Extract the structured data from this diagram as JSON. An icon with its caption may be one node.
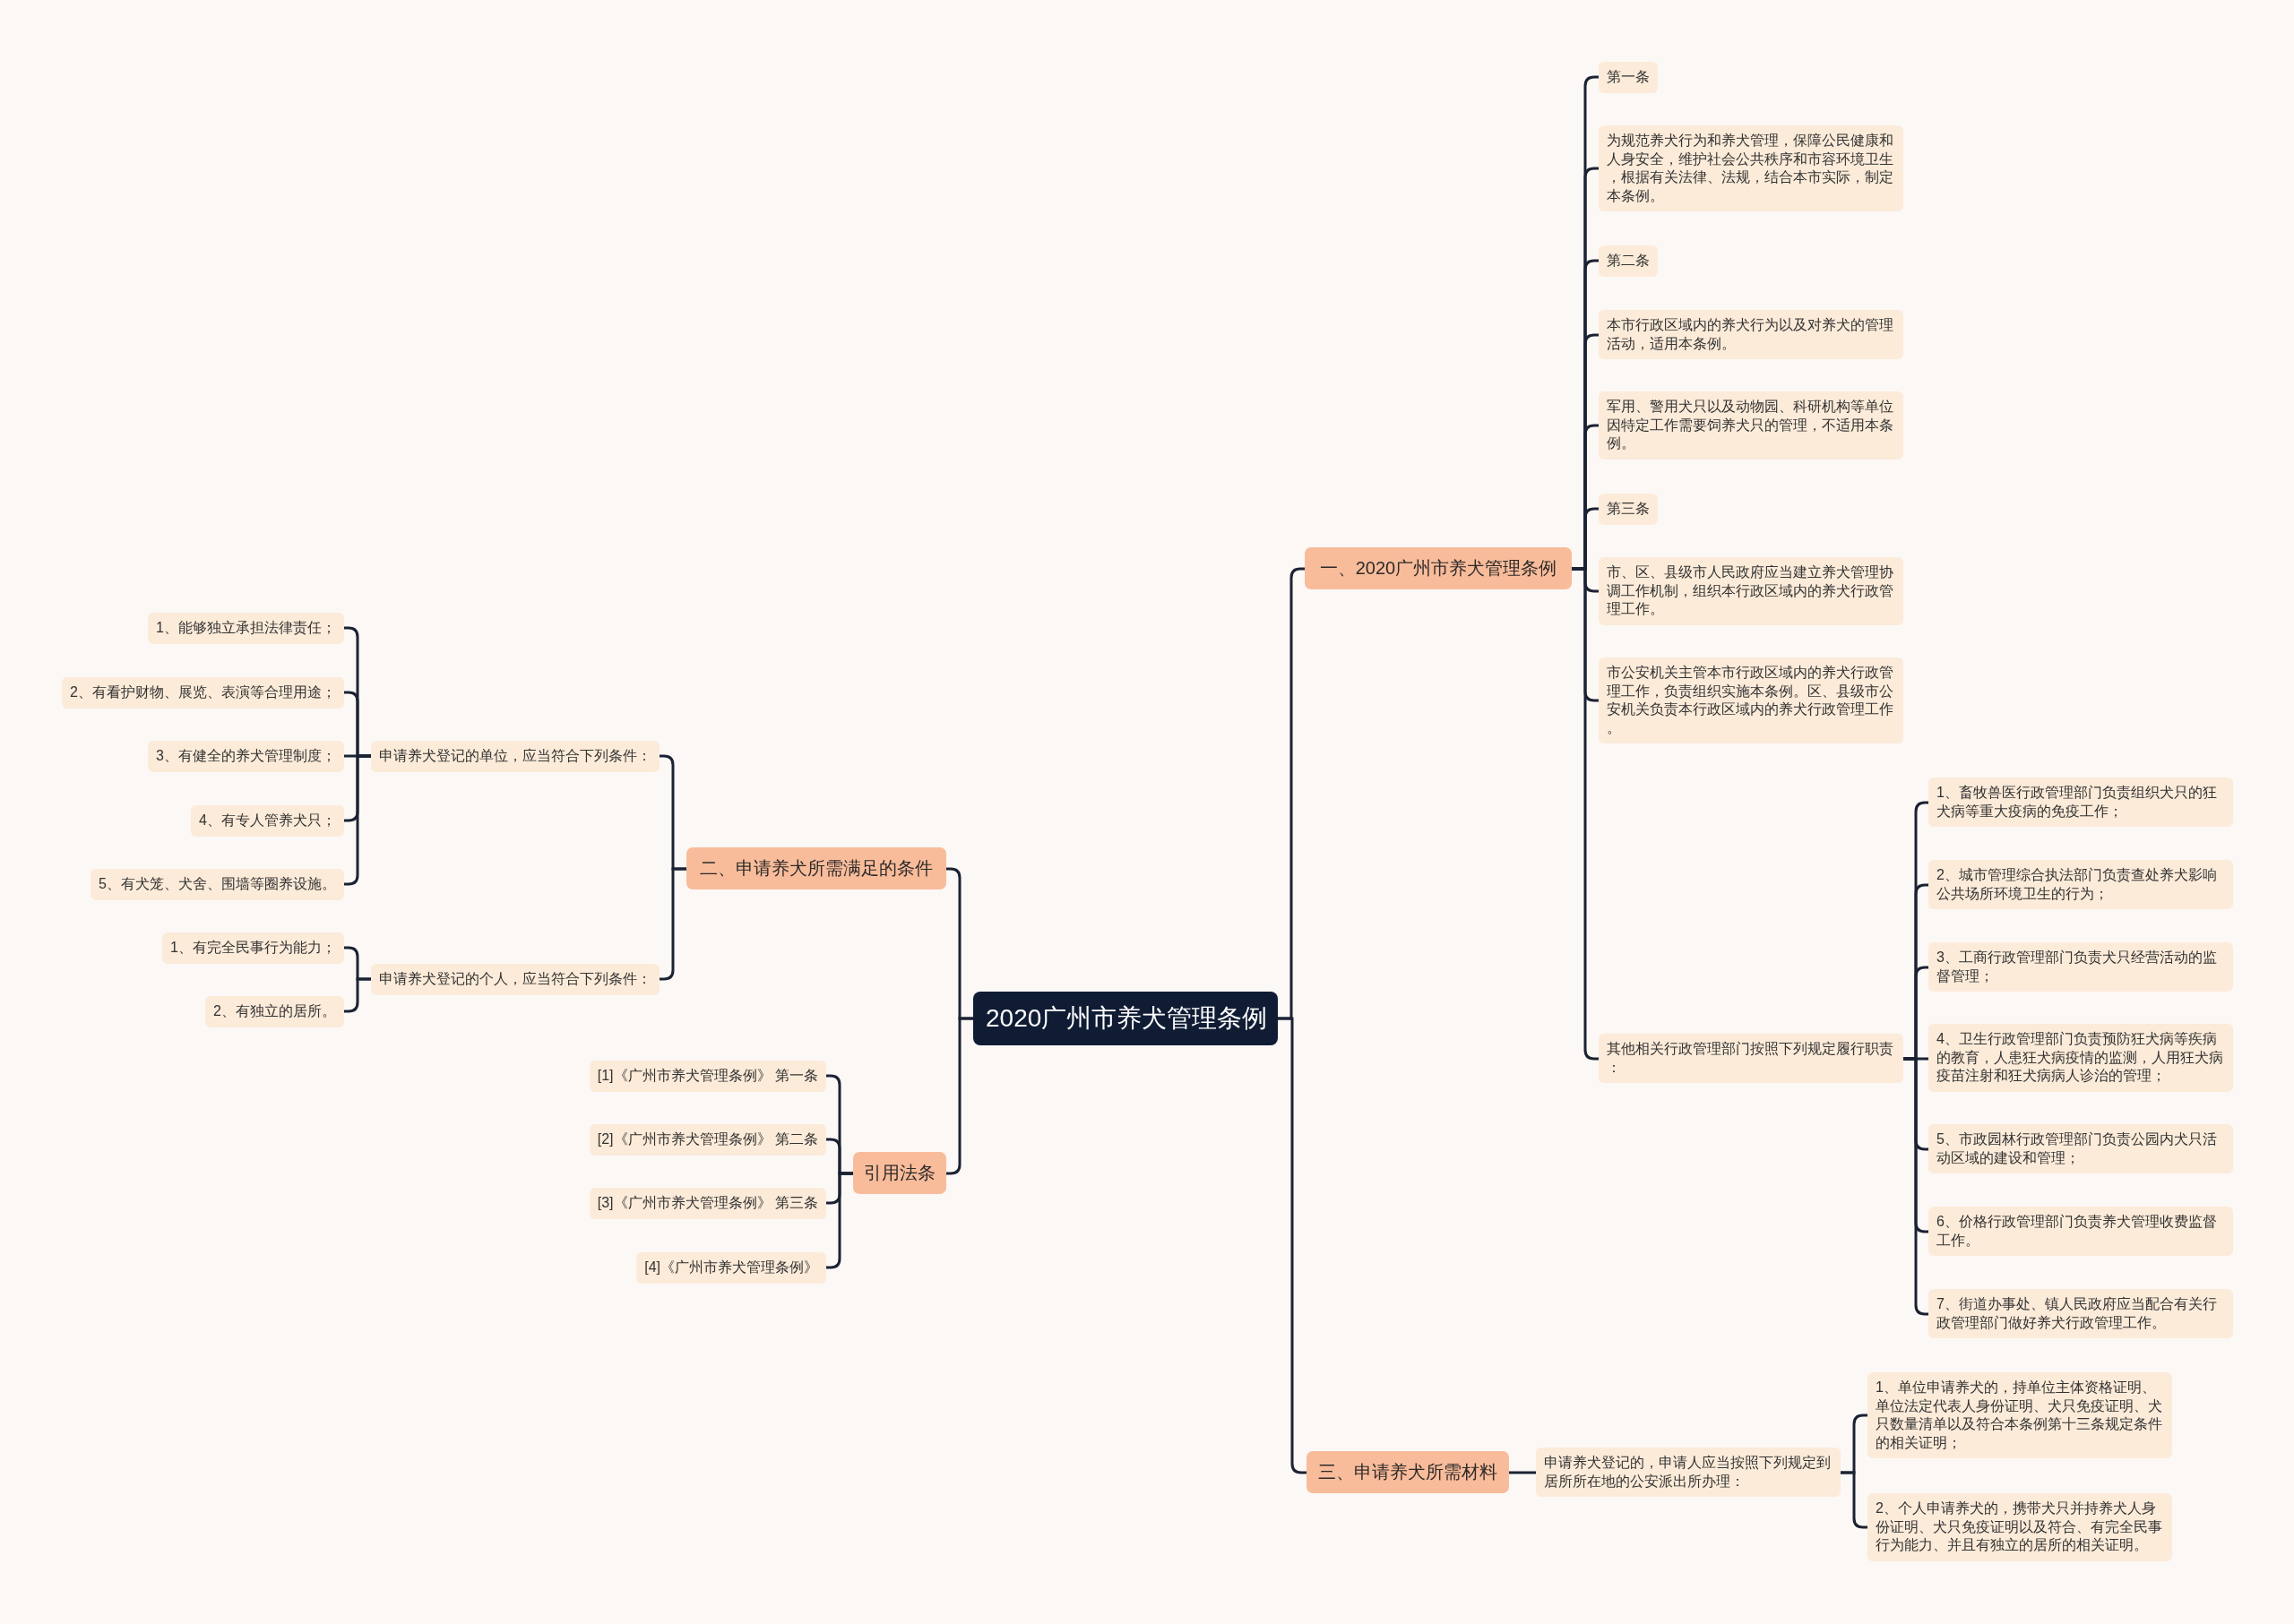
{
  "diagram": {
    "nodes": [
      {
        "text": [
          "2020广州市养犬管理条例"
        ]
      },
      {
        "text": [
          "一、2020广州市养犬管理条例"
        ]
      },
      {
        "text": [
          "第一条"
        ]
      },
      {
        "text": [
          "为规范养犬行为和养犬管理，保障公民健康和人身安全，维护社会公共秩序和市容环境卫生，根据有关法律、法规，结合本市实际，制定本条例。"
        ]
      },
      {
        "text": [
          "第二条"
        ]
      },
      {
        "text": [
          "本市行政区域内的养犬行为以及对养犬的管理活动，适用本条例。"
        ]
      },
      {
        "text": [
          "军用、警用犬只以及动物园、科研机构等单位因特定工作需要饲养犬只的管理，不适用本条例。"
        ]
      },
      {
        "text": [
          "第三条"
        ]
      },
      {
        "text": [
          "市、区、县级市人民政府应当建立养犬管理协调工作机制，组织本行政区域内的养犬行政管理工作。"
        ]
      },
      {
        "text": [
          "市公安机关主管本市行政区域内的养犬行政管理工作，负责组织实施本条例。区、县级市公安机关负责本行政区域内的养犬行政管理工作。"
        ]
      },
      {
        "text": [
          "其他相关行政管理部门按照下列规定履行职责："
        ]
      },
      {
        "text": [
          "1、畜牧兽医行政管理部门负责组织犬只的狂犬病等重大疫病的免疫工作；"
        ]
      },
      {
        "text": [
          "2、城市管理综合执法部门负责查处养犬影响公共场所环境卫生的行为；"
        ]
      },
      {
        "text": [
          "3、工商行政管理部门负责犬只经营活动的监督管理；"
        ]
      },
      {
        "text": [
          "4、卫生行政管理部门负责预防狂犬病等疾病的教育，人患狂犬病疫情的监测，人用狂犬病疫苗注射和狂犬病病人诊治的管理；"
        ]
      },
      {
        "text": [
          "5、市政园林行政管理部门负责公园内犬只活动区域的建设和管理；"
        ]
      },
      {
        "text": [
          "6、价格行政管理部门负责养犬管理收费监督工作。"
        ]
      },
      {
        "text": [
          "7、街道办事处、镇人民政府应当配合有关行政管理部门做好养犬行政管理工作。"
        ]
      },
      {
        "text": [
          "二、申请养犬所需满足的条件"
        ]
      },
      {
        "text": [
          "申请养犬登记的单位，应当符合下列条件："
        ]
      },
      {
        "text": [
          "1、能够独立承担法律责任；"
        ]
      },
      {
        "text": [
          "2、有看护财物、展览、表演等合理用途；"
        ]
      },
      {
        "text": [
          "3、有健全的养犬管理制度；"
        ]
      },
      {
        "text": [
          "4、有专人管养犬只；"
        ]
      },
      {
        "text": [
          "5、有犬笼、犬舍、围墙等圈养设施。"
        ]
      },
      {
        "text": [
          "申请养犬登记的个人，应当符合下列条件："
        ]
      },
      {
        "text": [
          "1、有完全民事行为能力；"
        ]
      },
      {
        "text": [
          "2、有独立的居所。"
        ]
      },
      {
        "text": [
          "引用法条"
        ]
      },
      {
        "text": [
          "[1]《广州市养犬管理条例》 第一条"
        ]
      },
      {
        "text": [
          "[2]《广州市养犬管理条例》 第二条"
        ]
      },
      {
        "text": [
          "[3]《广州市养犬管理条例》 第三条"
        ]
      },
      {
        "text": [
          "[4]《广州市养犬管理条例》"
        ]
      },
      {
        "text": [
          "三、申请养犬所需材料"
        ]
      },
      {
        "text": [
          "申请养犬登记的，申请人应当按照下列规定到居所所在地的公安派出所办理："
        ]
      },
      {
        "text": [
          "1、单位申请养犬的，持单位主体资格证明、单位法定代表人身份证明、犬只免疫证明、犬只数量清单以及符合本条例第十三条规定条件的相关证明；"
        ]
      },
      {
        "text": [
          "2、个人申请养犬的，携带犬只并持养犬人身份证明、犬只免疫证明以及符合、有完全民事行为能力、并且有独立的居所的相关证明。"
        ]
      }
    ],
    "edges": [
      {
        "from": 0,
        "to": 1,
        "arrow": "none"
      },
      {
        "from": 0,
        "to": 18,
        "arrow": "none"
      },
      {
        "from": 0,
        "to": 28,
        "arrow": "none"
      },
      {
        "from": 0,
        "to": 33,
        "arrow": "none"
      },
      {
        "from": 1,
        "to": 2,
        "arrow": "none"
      },
      {
        "from": 1,
        "to": 3,
        "arrow": "none"
      },
      {
        "from": 1,
        "to": 4,
        "arrow": "none"
      },
      {
        "from": 1,
        "to": 5,
        "arrow": "none"
      },
      {
        "from": 1,
        "to": 6,
        "arrow": "none"
      },
      {
        "from": 1,
        "to": 7,
        "arrow": "none"
      },
      {
        "from": 1,
        "to": 8,
        "arrow": "none"
      },
      {
        "from": 1,
        "to": 9,
        "arrow": "none"
      },
      {
        "from": 1,
        "to": 10,
        "arrow": "none"
      },
      {
        "from": 10,
        "to": 11,
        "arrow": "none"
      },
      {
        "from": 10,
        "to": 12,
        "arrow": "none"
      },
      {
        "from": 10,
        "to": 13,
        "arrow": "none"
      },
      {
        "from": 10,
        "to": 14,
        "arrow": "none"
      },
      {
        "from": 10,
        "to": 15,
        "arrow": "none"
      },
      {
        "from": 10,
        "to": 16,
        "arrow": "none"
      },
      {
        "from": 10,
        "to": 17,
        "arrow": "none"
      },
      {
        "from": 18,
        "to": 19,
        "arrow": "none"
      },
      {
        "from": 18,
        "to": 25,
        "arrow": "none"
      },
      {
        "from": 19,
        "to": 20,
        "arrow": "none"
      },
      {
        "from": 19,
        "to": 21,
        "arrow": "none"
      },
      {
        "from": 19,
        "to": 22,
        "arrow": "none"
      },
      {
        "from": 19,
        "to": 23,
        "arrow": "none"
      },
      {
        "from": 19,
        "to": 24,
        "arrow": "none"
      },
      {
        "from": 25,
        "to": 26,
        "arrow": "none"
      },
      {
        "from": 25,
        "to": 27,
        "arrow": "none"
      },
      {
        "from": 28,
        "to": 29,
        "arrow": "none"
      },
      {
        "from": 28,
        "to": 30,
        "arrow": "none"
      },
      {
        "from": 28,
        "to": 31,
        "arrow": "none"
      },
      {
        "from": 28,
        "to": 32,
        "arrow": "none"
      },
      {
        "from": 33,
        "to": 34,
        "arrow": "none"
      },
      {
        "from": 34,
        "to": 35,
        "arrow": "none"
      },
      {
        "from": 34,
        "to": 36,
        "arrow": "none"
      }
    ]
  }
}
